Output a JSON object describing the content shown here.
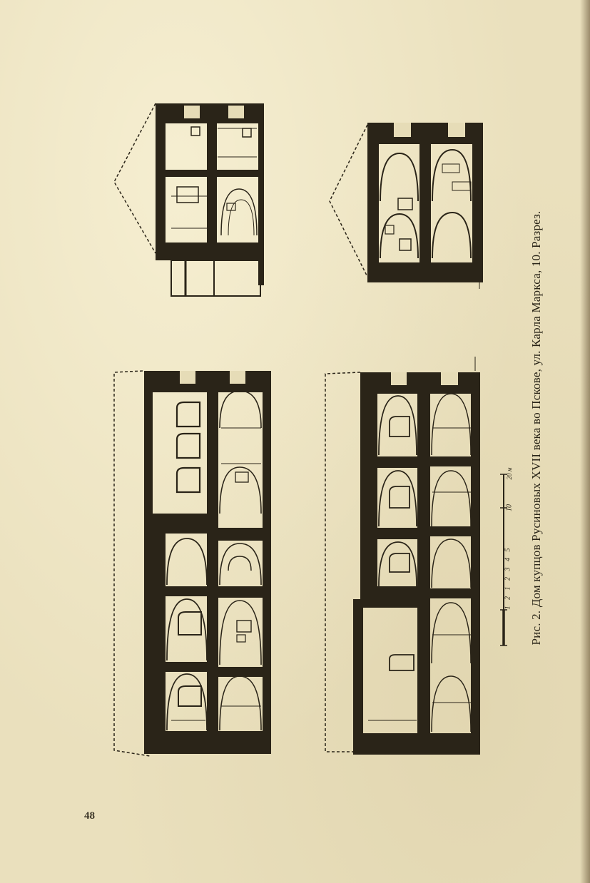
{
  "caption": "Рис. 2. Дом купцов Русиновых XVII века во Пскове, ул. Карла Маркса, 10. Разрез.",
  "page_number": "48",
  "scale": {
    "ticks": "1 2 1 2 3 4 5",
    "ten": "10",
    "end": "20 м"
  },
  "colors": {
    "paper": "#eae0bd",
    "ink": "#2a2418"
  }
}
